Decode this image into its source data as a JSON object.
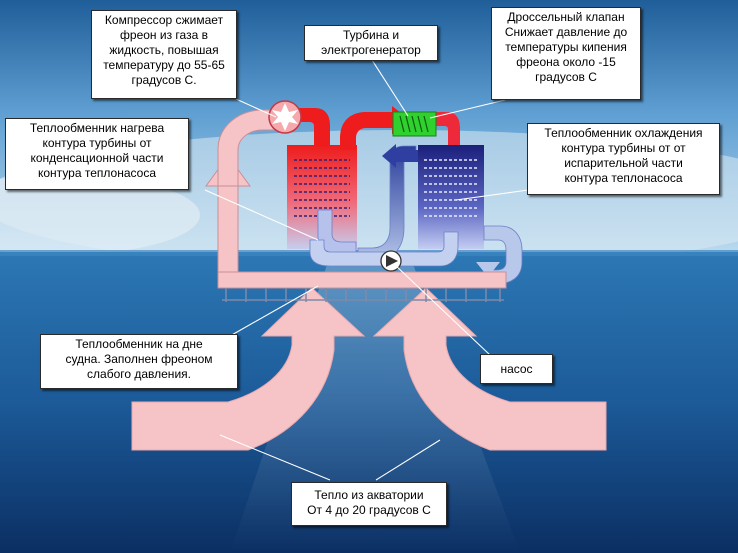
{
  "labels": {
    "compressor": "Компрессор сжимает\nфреон из газа в\nжидкость, повышая\nтемпературу до 55-65\nградусов С.",
    "turbine": "Турбина и\nэлектрогенератор",
    "throttle": "Дроссельный клапан\nСнижает давление до\nтемпературы кипения\nфреона около -15\nградусов С",
    "hot_exchanger": "Теплообменник нагрева\nконтура турбины от\nконденсационной части\nконтура теплонасоса",
    "cold_exchanger": "Теплообменник охлаждения\nконтура турбины от  от\nиспарительной части\nконтура теплонасоса",
    "bottom_exchanger": "Теплообменник на дне\nсудна. Заполнен фреоном\nслабого давления.",
    "pump": "насос",
    "heat_source": "Тепло из акватории\nОт 4 до 20 градусов С"
  },
  "colors": {
    "sky_top": "#1f5e99",
    "sky_mid": "#8fbfe3",
    "sea_top": "#1f6aa6",
    "sea_bottom": "#0b2f63",
    "pipe_pink": "#f5c6c9",
    "hot_red": "#ee1c1c",
    "cold_blue": "#1a1f7a",
    "turbine_green": "#2fd12f"
  }
}
